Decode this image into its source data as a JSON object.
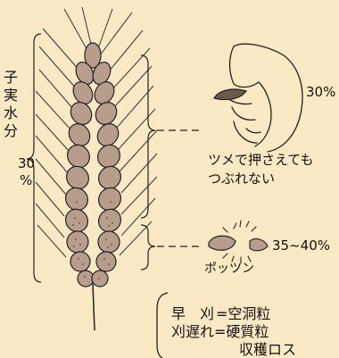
{
  "moisture_label": [
    "子",
    "実",
    "水",
    "分"
  ],
  "moisture_value": "30",
  "moisture_unit": "%",
  "hard_press_percent": "30%",
  "nail_note_line1": "ツメで押さえても",
  "nail_note_line2": "つぶれない",
  "pop_percent": "35~40%",
  "pop_sound": "ポッツン",
  "early_harvest_label": "早　刈",
  "early_harvest_result": "=空洞粒",
  "late_harvest_result": "刈遅れ=硬質粒",
  "yield_loss": "収穫ロス",
  "colors": {
    "background": "#fbe9c5",
    "grain": "#b89c8c",
    "line": "#222222"
  }
}
